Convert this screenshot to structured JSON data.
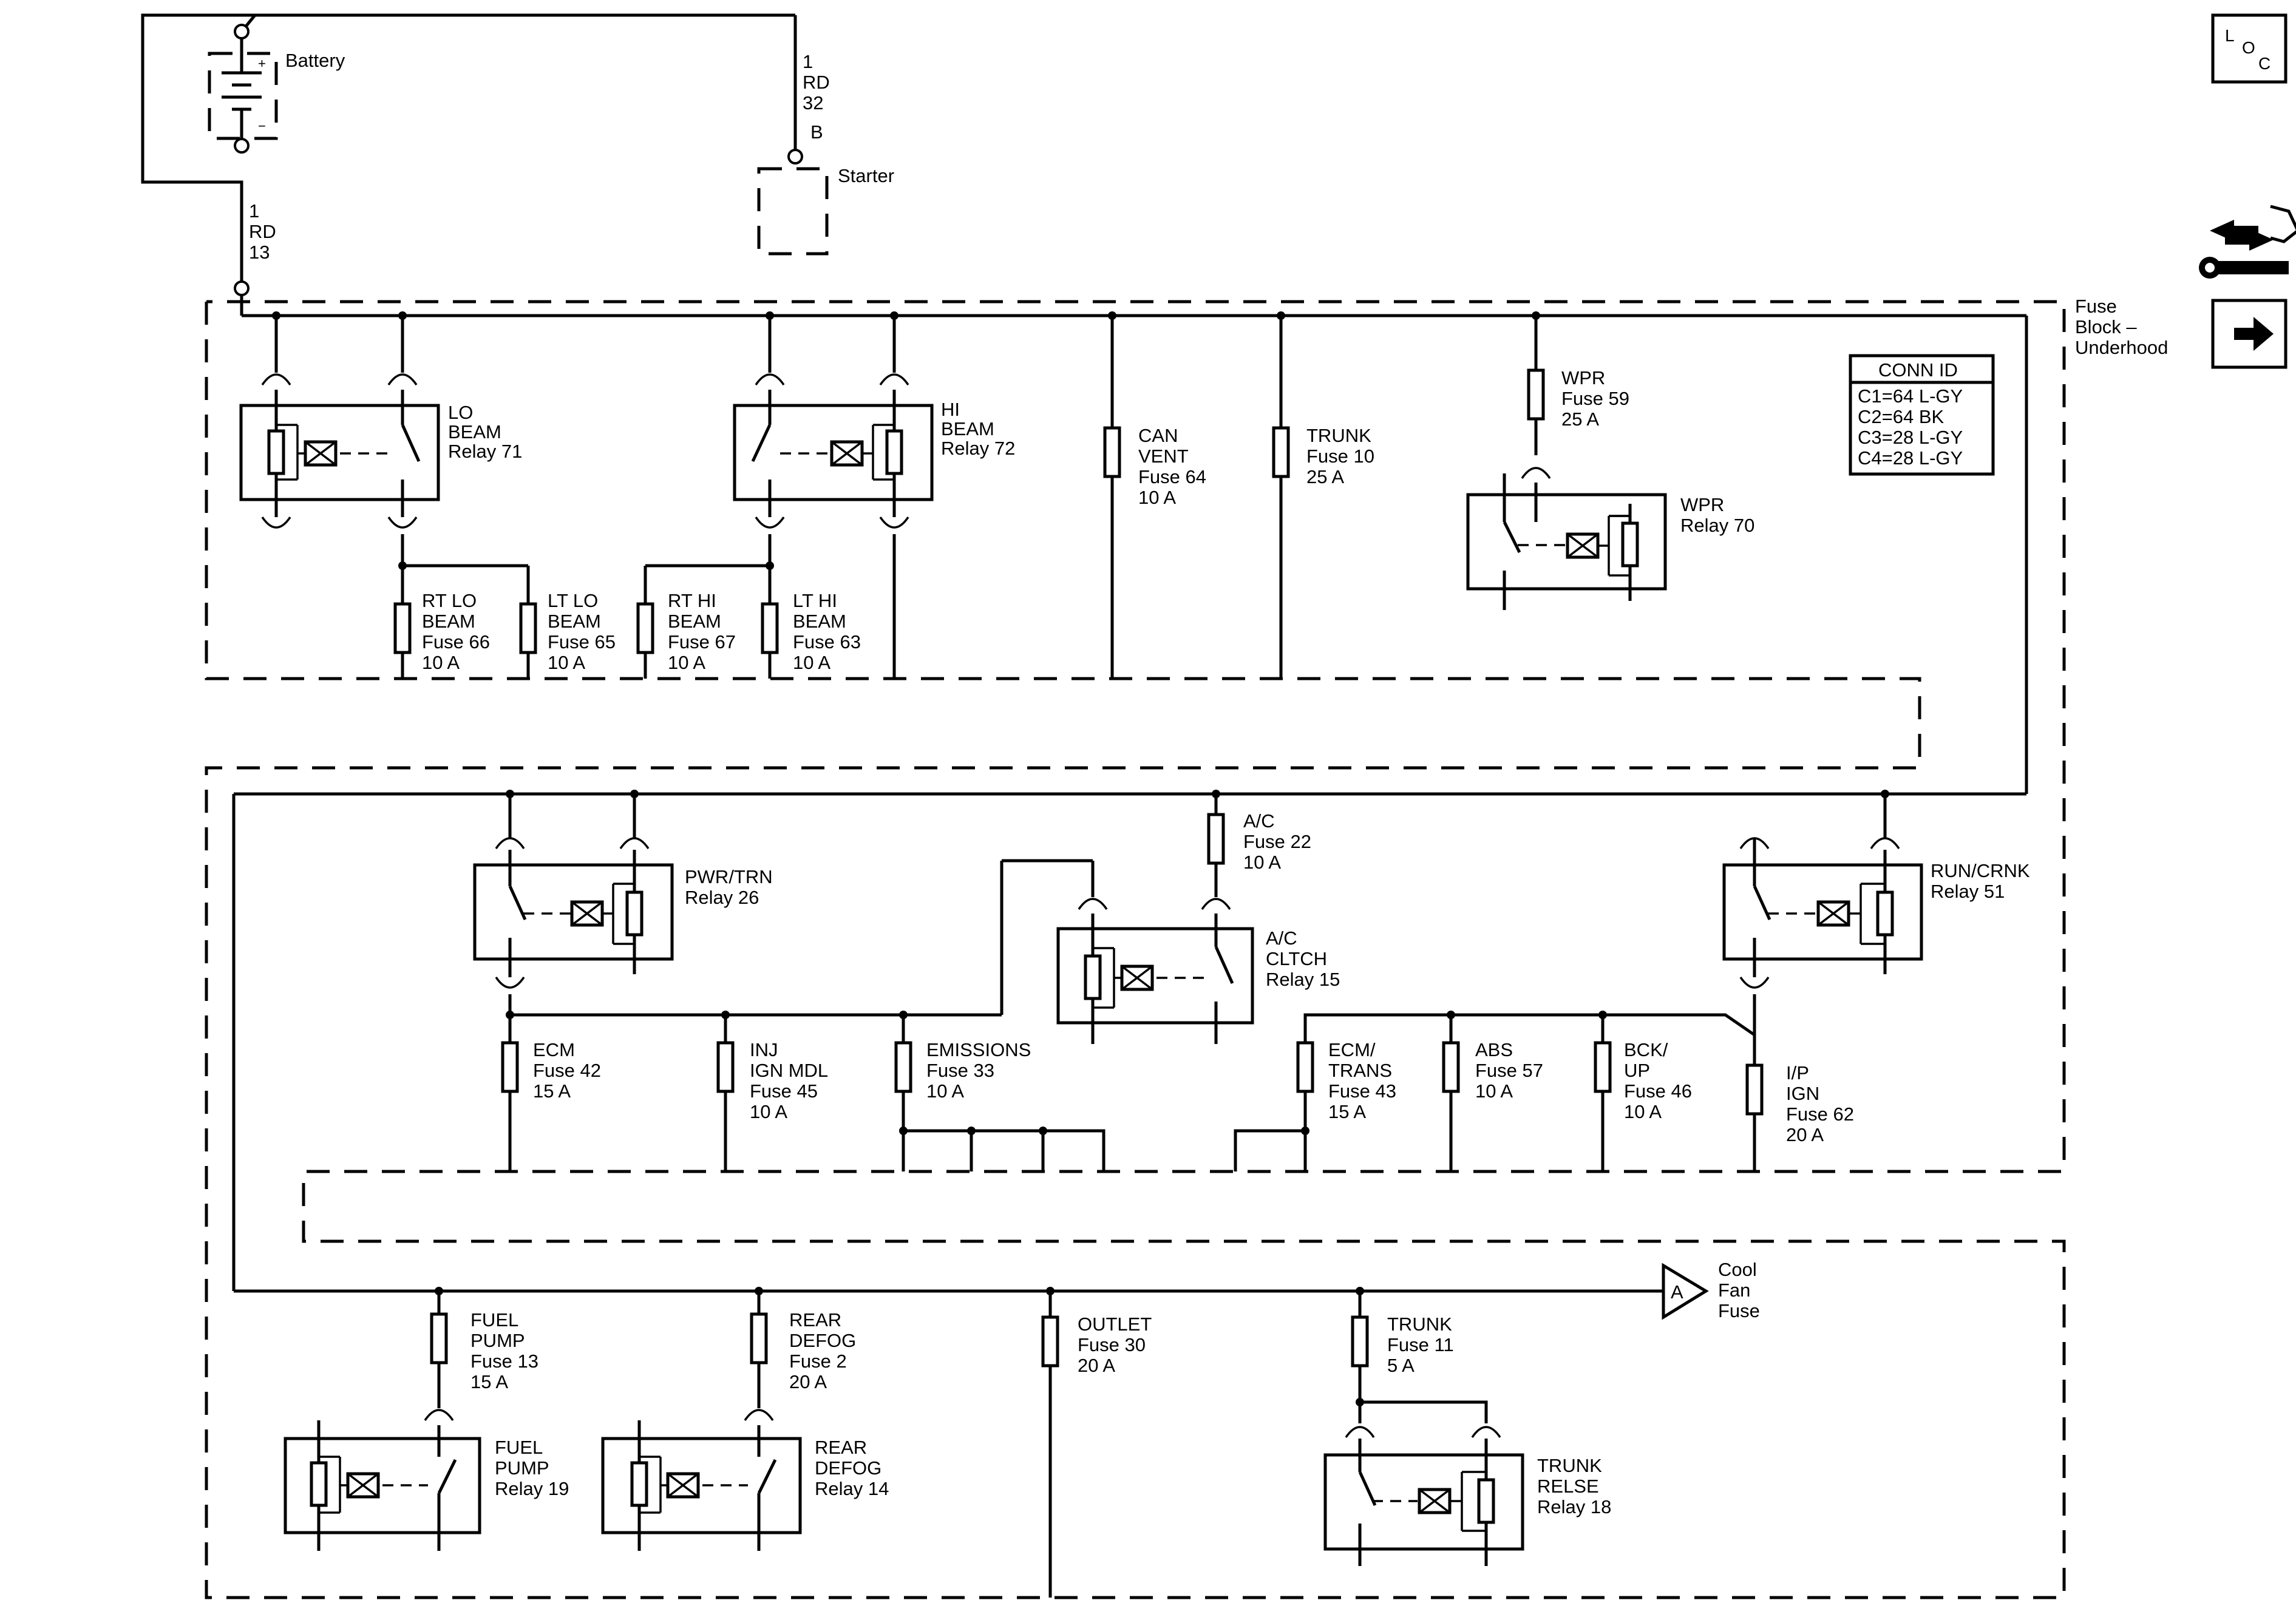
{
  "battery": {
    "label": "Battery",
    "plus": "+",
    "minus": "−"
  },
  "starter": {
    "label": "Starter",
    "terminal": "B"
  },
  "wire_starter": {
    "l1": "1",
    "l2": "RD",
    "l3": "32"
  },
  "wire_main": {
    "l1": "1",
    "l2": "RD",
    "l3": "13"
  },
  "fuse_block": {
    "l1": "Fuse",
    "l2": "Block –",
    "l3": "Underhood"
  },
  "conn_id": {
    "title": "CONN ID",
    "rows": [
      "C1=64 L-GY",
      "C2=64 BK",
      "C3=28 L-GY",
      "C4=28 L-GY"
    ]
  },
  "loc": {
    "l": "L",
    "o": "O",
    "c": "C"
  },
  "relays": {
    "lo_beam": {
      "l1": "LO",
      "l2": "BEAM",
      "l3": "Relay 71"
    },
    "hi_beam": {
      "l1": "HI",
      "l2": "BEAM",
      "l3": "Relay 72"
    },
    "wpr": {
      "l1": "WPR",
      "l2": "Relay 70"
    },
    "pwr_trn": {
      "l1": "PWR/TRN",
      "l2": "Relay 26"
    },
    "ac_cltch": {
      "l1": "A/C",
      "l2": "CLTCH",
      "l3": "Relay 15"
    },
    "run_crnk": {
      "l1": "RUN/CRNK",
      "l2": "Relay 51"
    },
    "fuel_pump": {
      "l1": "FUEL",
      "l2": "PUMP",
      "l3": "Relay 19"
    },
    "rear_defog": {
      "l1": "REAR",
      "l2": "DEFOG",
      "l3": "Relay 14"
    },
    "trunk_relse": {
      "l1": "TRUNK",
      "l2": "RELSE",
      "l3": "Relay 18"
    }
  },
  "fuses": {
    "can_vent": [
      "CAN",
      "VENT",
      "Fuse 64",
      "10 A"
    ],
    "trunk10": [
      "TRUNK",
      "Fuse 10",
      "25 A"
    ],
    "wpr59": [
      "WPR",
      "Fuse 59",
      "25 A"
    ],
    "rt_lo": [
      "RT LO",
      "BEAM",
      "Fuse 66",
      "10 A"
    ],
    "lt_lo": [
      "LT LO",
      "BEAM",
      "Fuse 65",
      "10 A"
    ],
    "rt_hi": [
      "RT HI",
      "BEAM",
      "Fuse 67",
      "10 A"
    ],
    "lt_hi": [
      "LT HI",
      "BEAM",
      "Fuse 63",
      "10 A"
    ],
    "ac22": [
      "A/C",
      "Fuse 22",
      "10 A"
    ],
    "ecm42": [
      "ECM",
      "Fuse 42",
      "15 A"
    ],
    "inj45": [
      "INJ",
      "IGN MDL",
      "Fuse 45",
      "10 A"
    ],
    "emis33": [
      "EMISSIONS",
      "Fuse 33",
      "10 A"
    ],
    "ecm43": [
      "ECM/",
      "TRANS",
      "Fuse 43",
      "15 A"
    ],
    "abs57": [
      "ABS",
      "Fuse 57",
      "10 A"
    ],
    "bck46": [
      "BCK/",
      "UP",
      "Fuse 46",
      "10 A"
    ],
    "ip62": [
      "I/P",
      "IGN",
      "Fuse 62",
      "20 A"
    ],
    "fuel13": [
      "FUEL",
      "PUMP",
      "Fuse 13",
      "15 A"
    ],
    "defog2": [
      "REAR",
      "DEFOG",
      "Fuse 2",
      "20 A"
    ],
    "outlet30": [
      "OUTLET",
      "Fuse 30",
      "20 A"
    ],
    "trunk11": [
      "TRUNK",
      "Fuse 11",
      "5 A"
    ]
  },
  "cool_fan": {
    "connector": "A",
    "l1": "Cool",
    "l2": "Fan",
    "l3": "Fuse"
  }
}
